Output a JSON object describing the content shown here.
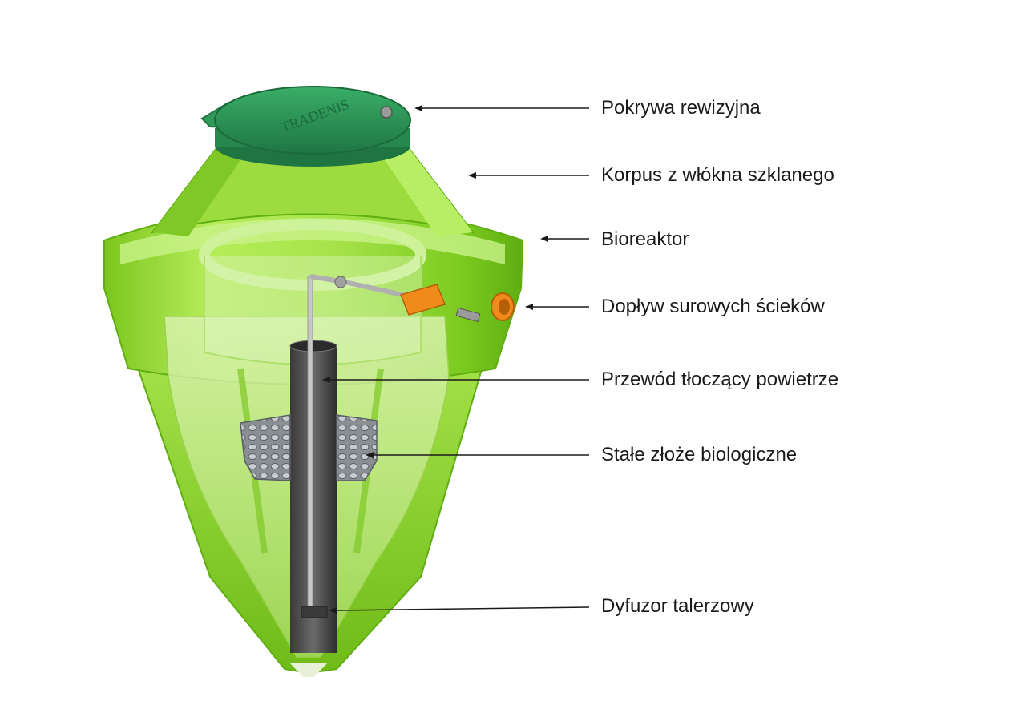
{
  "lid_logo_text": "TRADENIS",
  "labels": [
    "Pokrywa rewizyjna",
    "Korpus z włókna szklanego",
    "Bioreaktor",
    "Dopływ surowych ścieków",
    "Przewód tłoczący powietrze",
    "Stałe złoże biologiczne",
    "Dyfuzor talerzowy"
  ],
  "colors": {
    "tank_green": "#9be03a",
    "tank_green_dark": "#5fae12",
    "lid_green": "#2f9a5a",
    "lid_green_dark": "#1f7542",
    "inlet_orange": "#f08a1a",
    "pipe_gray": "#4a4a4a",
    "media_gray": "#8a8f94",
    "line": "#1a1a1a"
  }
}
